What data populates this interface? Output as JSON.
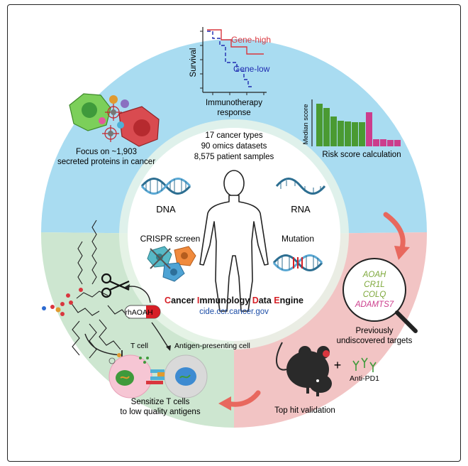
{
  "center": {
    "stats": [
      "17 cancer types",
      "90 omics datasets",
      "8,575 patient samples"
    ],
    "dna_label": "DNA",
    "rna_label": "RNA",
    "crispr_label": "CRISPR screen",
    "mutation_label": "Mutation",
    "engine_name_parts": [
      {
        "initial": "C",
        "rest": "ancer "
      },
      {
        "initial": "I",
        "rest": "mmunology "
      },
      {
        "initial": "D",
        "rest": "ata "
      },
      {
        "initial": "E",
        "rest": "ngine"
      }
    ],
    "url": "cide.ccr.cancer.gov"
  },
  "top_panel": {
    "secreted_proteins_caption": [
      "Focus on ~1,903",
      "secreted proteins in cancer"
    ],
    "survival_plot": {
      "ylabel": "Survival",
      "xlabel": [
        "Immunotherapy",
        "response"
      ],
      "series": [
        {
          "name": "Gene-high",
          "color": "#d9363e"
        },
        {
          "name": "Gene-low",
          "color": "#1f2bb0"
        }
      ]
    },
    "risk_chart": {
      "ylabel": "Median score",
      "caption": "Risk score calculation",
      "green": "#4a9a32",
      "magenta": "#cc3d8c"
    }
  },
  "right_panel": {
    "targets": [
      {
        "name": "AOAH",
        "color": "#7da83a"
      },
      {
        "name": "CR1L",
        "color": "#7da83a"
      },
      {
        "name": "COLQ",
        "color": "#7da83a"
      },
      {
        "name": "ADAMTS7",
        "color": "#cc3d8c"
      }
    ],
    "targets_caption": [
      "Previously",
      "undiscovered targets"
    ],
    "antibody_label": "Anti-PD1",
    "plus": "+",
    "validation_caption": "Top hit validation"
  },
  "left_panel": {
    "drug_label": "rhAOAH",
    "t_cell_label": "T cell",
    "apc_label": "Antigen-presenting cell",
    "caption": [
      "Sensitize T cells",
      "to low quality antigens"
    ]
  },
  "colors": {
    "top_bg": "#a9dcf1",
    "right_bg": "#f2c4c4",
    "left_bg": "#cde6d0",
    "arrow": "#e8685e",
    "engine_red": "#d61f26",
    "url_blue": "#1e4fa8"
  }
}
